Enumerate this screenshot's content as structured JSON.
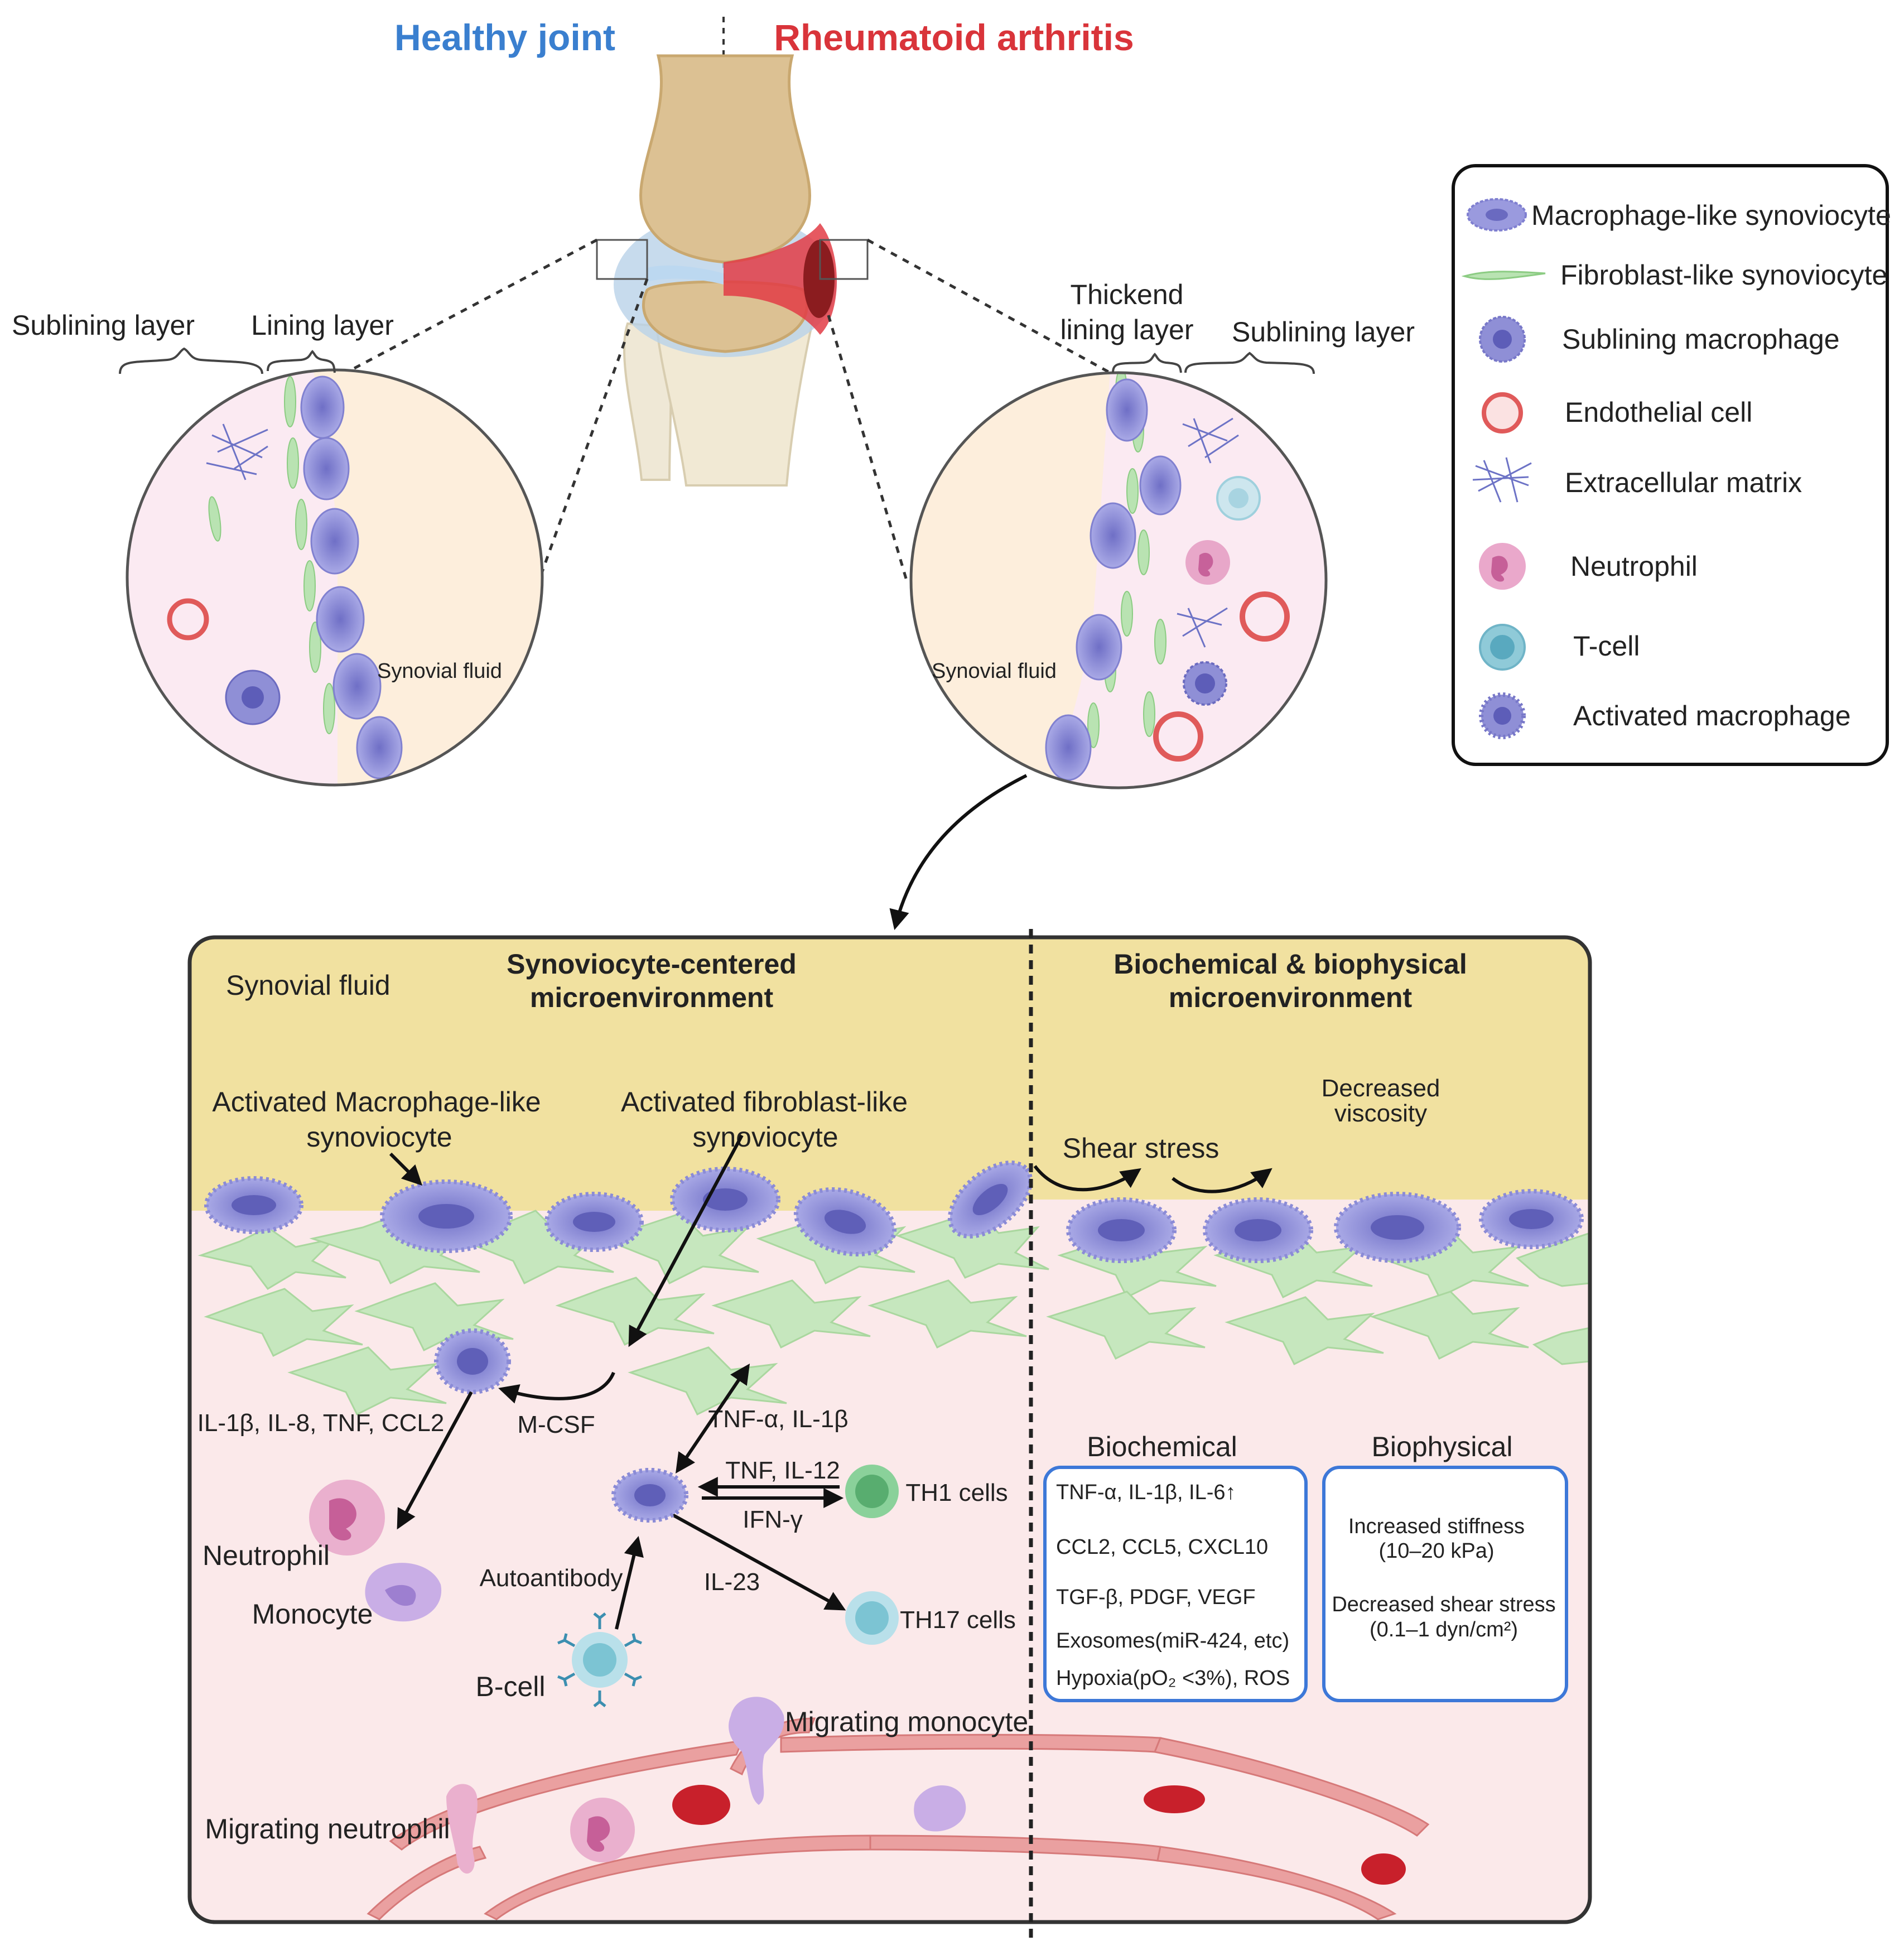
{
  "header": {
    "healthy": "Healthy joint",
    "ra": "Rheumatoid arthritis"
  },
  "colors": {
    "healthy_title": "#3a7fcf",
    "ra_title": "#d9343a",
    "synovial_fluid": "#f3e3a0",
    "tissue": "#fbe9ea",
    "macrophage": "#8f8fd6",
    "fibroblast": "#b9e3b2",
    "endothelial": "#e05a5a",
    "neutrophil": "#e59cc3",
    "tcell": "#7cc4d3",
    "th1": "#6fbf7d",
    "rbc": "#c8202b",
    "vessel": "#e99a9a",
    "box_border": "#3d78d8"
  },
  "left_panel": {
    "sublining": "Sublining layer",
    "lining": "Lining layer",
    "synovial_fluid": "Synovial fluid"
  },
  "right_panel": {
    "thickend_1": "Thickend",
    "thickend_2": "lining layer",
    "sublining": "Sublining layer",
    "synovial_fluid": "Synovial fluid"
  },
  "legend": {
    "items": [
      {
        "label": "Macrophage-like synoviocyte",
        "icon": "macrophage-like-synoviocyte-icon"
      },
      {
        "label": "Fibroblast-like synoviocyte",
        "icon": "fibroblast-like-synoviocyte-icon"
      },
      {
        "label": "Sublining macrophage",
        "icon": "sublining-macrophage-icon"
      },
      {
        "label": "Endothelial cell",
        "icon": "endothelial-cell-icon"
      },
      {
        "label": "Extracellular matrix",
        "icon": "extracellular-matrix-icon"
      },
      {
        "label": "Neutrophil",
        "icon": "neutrophil-icon"
      },
      {
        "label": "T-cell",
        "icon": "t-cell-icon"
      },
      {
        "label": "Activated macrophage",
        "icon": "activated-macrophage-icon"
      }
    ]
  },
  "bottom": {
    "synovial_fluid": "Synovial fluid",
    "left_title_1": "Synoviocyte-centered",
    "left_title_2": "microenvironment",
    "right_title_1": "Biochemical & biophysical",
    "right_title_2": "microenvironment",
    "act_macro_1": "Activated Macrophage-like",
    "act_macro_2": "synoviocyte",
    "act_fibro_1": "Activated fibroblast-like",
    "act_fibro_2": "synoviocyte",
    "shear_stress": "Shear stress",
    "decreased_visc_1": "Decreased",
    "decreased_visc_2": "viscosity",
    "il_list": "IL-1β, IL-8, TNF, CCL2",
    "mcsf": "M-CSF",
    "tnfa_il1b": "TNF-α, IL-1β",
    "tnf_il12": "TNF, IL-12",
    "ifng": "IFN-γ",
    "th1": "TH1 cells",
    "il23": "IL-23",
    "th17": "TH17 cells",
    "autoantibody": "Autoantibody",
    "neutrophil": "Neutrophil",
    "monocyte": "Monocyte",
    "bcell": "B-cell",
    "migrating_monocyte": "Migrating monocyte",
    "migrating_neutrophil": "Migrating neutrophil",
    "biochemical": {
      "title": "Biochemical",
      "lines": [
        "TNF-α, IL-1β, IL-6↑",
        "CCL2, CCL5, CXCL10",
        "TGF-β, PDGF, VEGF",
        "Exosomes(miR-424, etc)",
        "Hypoxia(pO₂ <3%), ROS"
      ]
    },
    "biophysical": {
      "title": "Biophysical",
      "stiff_1": "Increased stiffness",
      "stiff_2": "(10–20 kPa)",
      "shear_1": "Decreased shear stress",
      "shear_2": "(0.1–1 dyn/cm²)"
    }
  }
}
